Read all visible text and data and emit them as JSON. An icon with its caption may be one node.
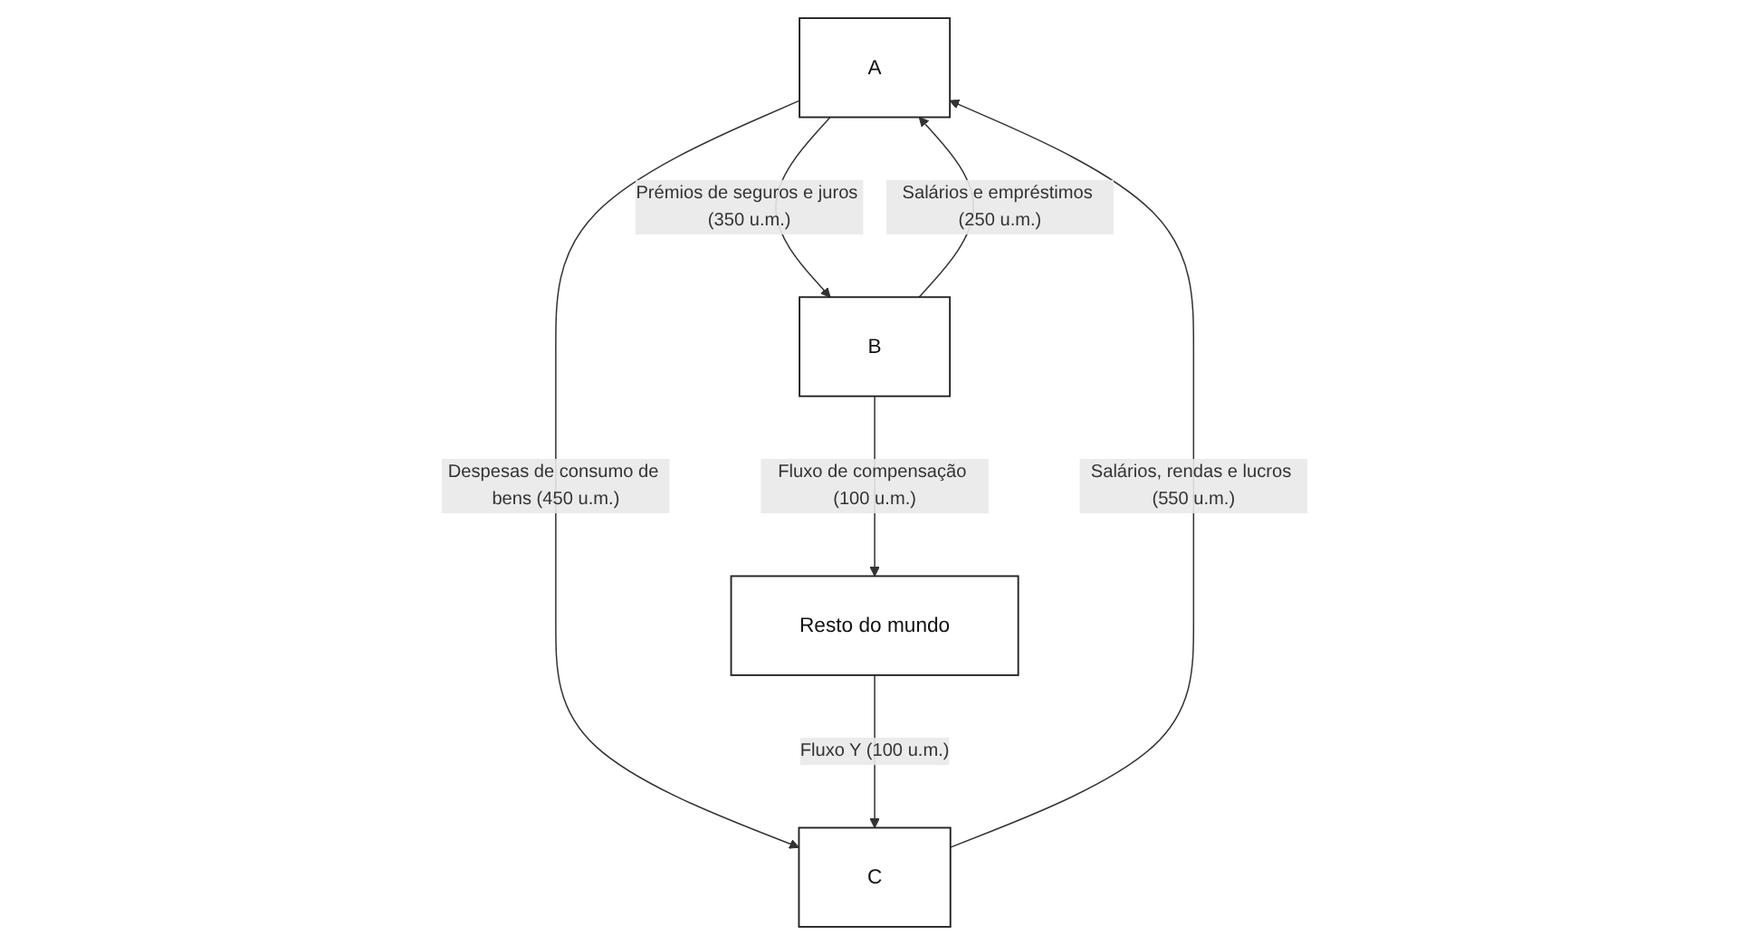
{
  "diagram": {
    "nodes": [
      {
        "text": [
          "A"
        ]
      },
      {
        "text": [
          "B"
        ]
      },
      {
        "text": [
          "C"
        ]
      },
      {
        "text": [
          "Resto do mundo"
        ]
      }
    ],
    "edges": [
      {
        "from": 0,
        "to": 1,
        "arrow": "to",
        "label": "Prémios de seguros e juros (350 u.m.)"
      },
      {
        "from": 1,
        "to": 0,
        "arrow": "to",
        "label": "Salários e empréstimos (250 u.m.)"
      },
      {
        "from": 0,
        "to": 2,
        "arrow": "to",
        "label": "Despesas de consumo de bens (450 u.m.)"
      },
      {
        "from": 1,
        "to": 3,
        "arrow": "to",
        "label": "Fluxo de compensação (100 u.m.)"
      },
      {
        "from": 3,
        "to": 2,
        "arrow": "to",
        "label": "Fluxo Y (100 u.m.)"
      },
      {
        "from": 2,
        "to": 0,
        "arrow": "to",
        "label": "Salários, rendas e lucros (550 u.m.)"
      }
    ]
  }
}
